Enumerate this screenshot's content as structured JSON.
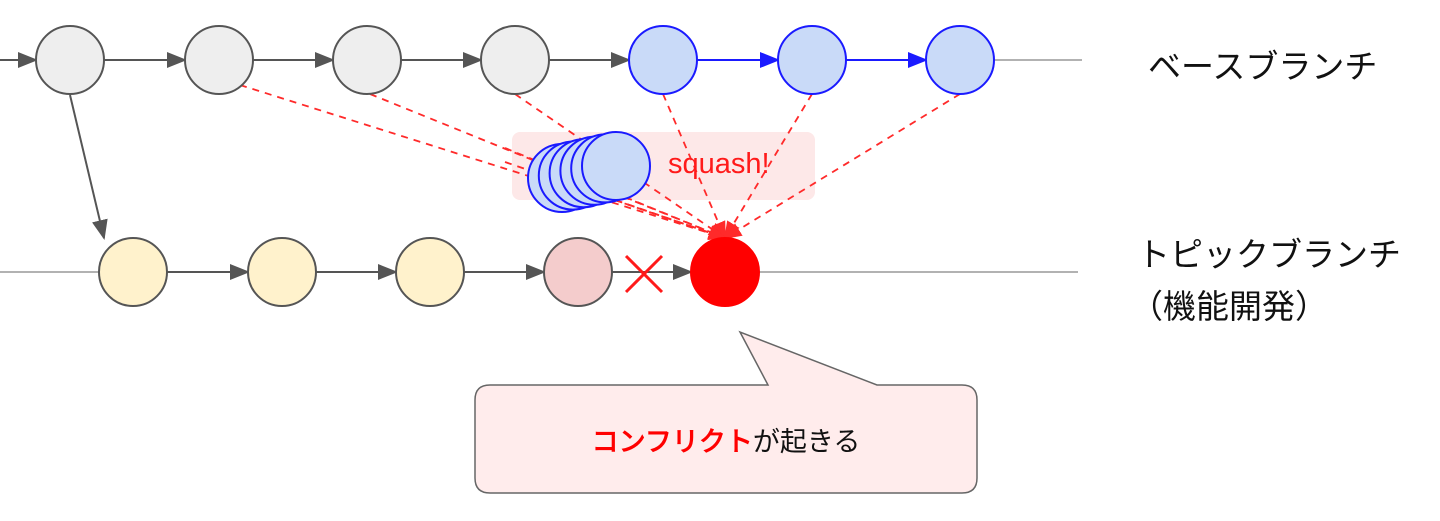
{
  "labels": {
    "base_branch": "ベースブランチ",
    "topic_branch": "トピックブランチ",
    "topic_branch_note": "（機能開発）",
    "squash": "squash!",
    "callout_highlight": "コンフリクト",
    "callout_rest": "が起きる"
  },
  "colors": {
    "gray_fill": "#eeeeee",
    "gray_stroke": "#555555",
    "blue_fill": "#c9daf8",
    "blue_stroke": "#1a1aff",
    "yellow_fill": "#fff2cc",
    "pink_fill": "#f4cccc",
    "red": "#ff0000",
    "callout_fill": "#ffecec",
    "squash_box_fill": "#fde8e8"
  },
  "base_commits": [
    "gray",
    "gray",
    "gray",
    "gray",
    "blue",
    "blue",
    "blue"
  ],
  "topic_commits": [
    "yellow",
    "yellow",
    "yellow",
    "pink",
    "red"
  ],
  "squashed_commit_count": 6
}
